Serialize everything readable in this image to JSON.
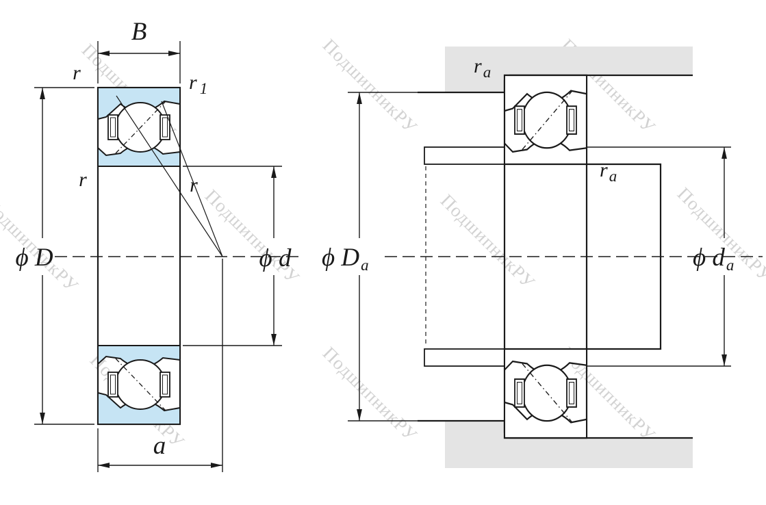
{
  "watermark": {
    "text": "ПодшипникРУ"
  },
  "colors": {
    "ring_fill": "#c6e4f4",
    "bearing_fill": "#ffffff",
    "housing_fill": "#e4e4e4",
    "shaft_fill": "#9b9b9b",
    "line": "#1a1a1a",
    "watermark": "#c8c8c8"
  },
  "left_view": {
    "name": "bearing-cross-section",
    "labels": {
      "width": "B",
      "chamfer_top_left": "r",
      "chamfer_outer_right_main": "r",
      "chamfer_outer_right_sub": "1",
      "chamfer_inner_left": "r",
      "chamfer_inner_right": "r",
      "outer_diameter": "ϕ D",
      "bore_diameter": "ϕ d",
      "pressure_center_offset": "a"
    }
  },
  "right_view": {
    "name": "mounting-dimensions",
    "labels": {
      "housing_fillet_main": "r",
      "housing_fillet_sub": "a",
      "shaft_fillet_main": "r",
      "shaft_fillet_sub": "a",
      "housing_shoulder_diameter_main": "ϕ D",
      "housing_shoulder_diameter_sub": "a",
      "shaft_shoulder_diameter_main": "ϕ d",
      "shaft_shoulder_diameter_sub": "a"
    }
  }
}
